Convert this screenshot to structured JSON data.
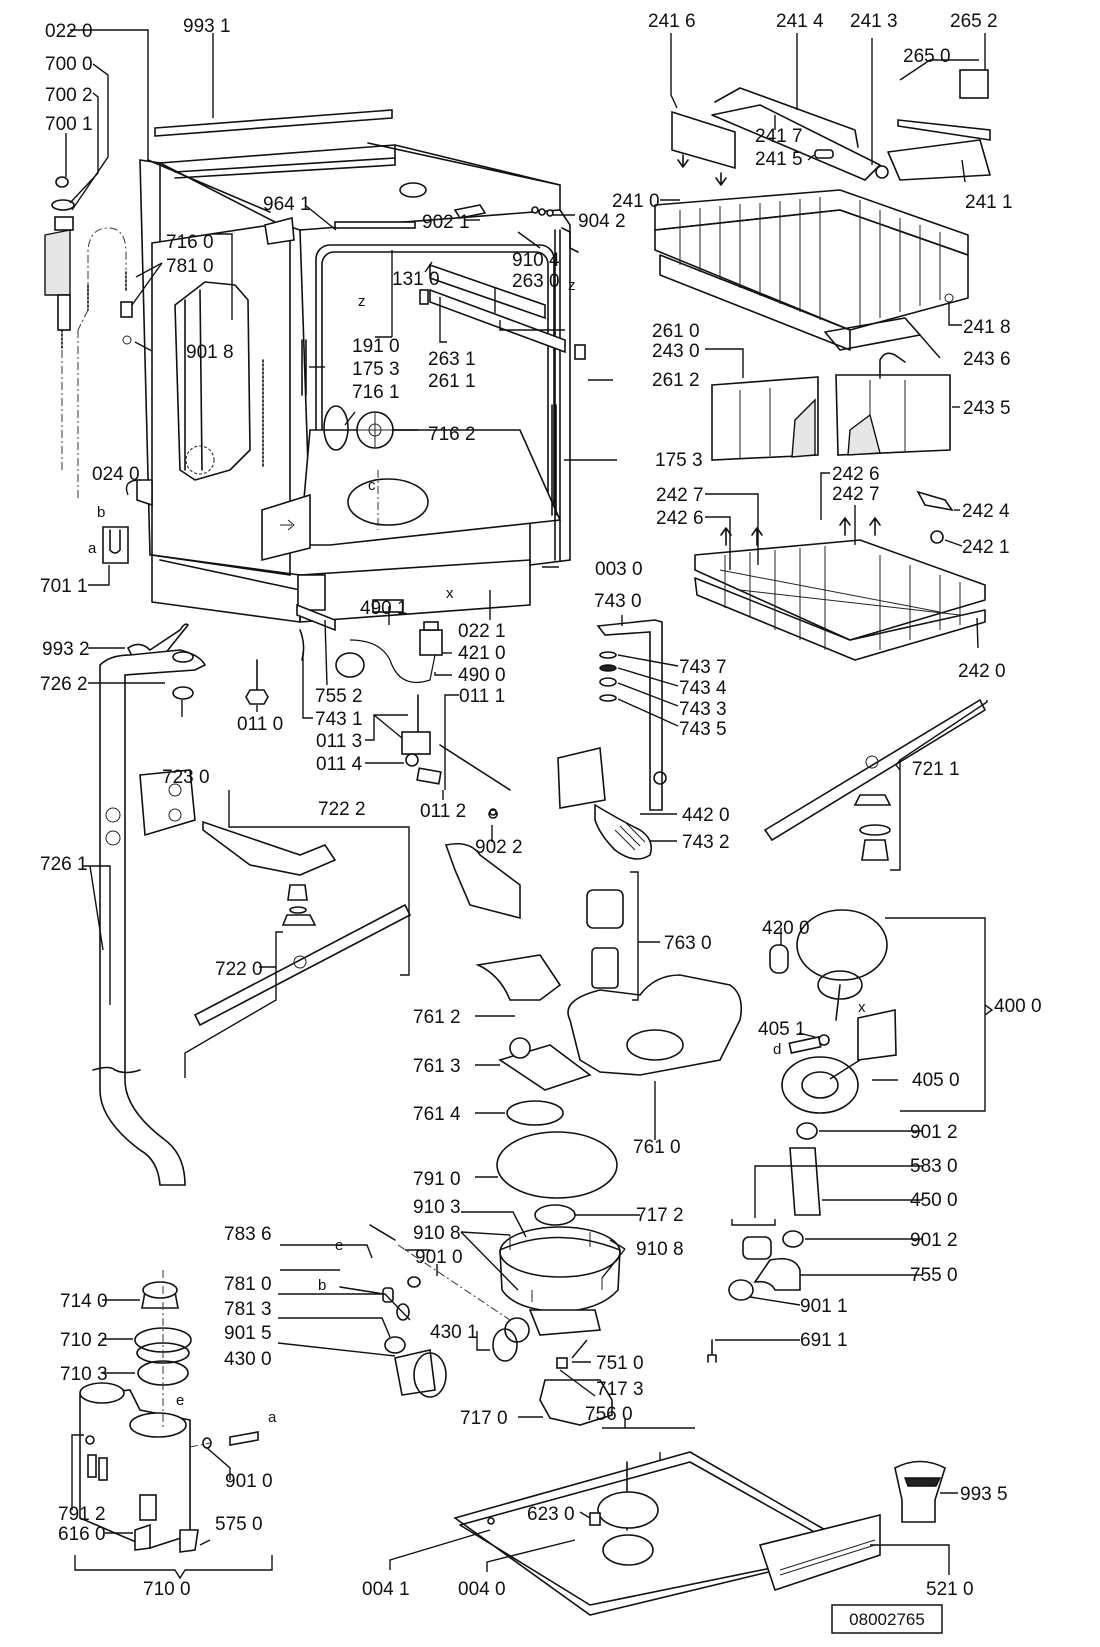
{
  "diagram": {
    "title": "Dishwasher exploded parts diagram",
    "reference_number": "08002765",
    "labels": [
      {
        "id": "022 0",
        "text": "022 0"
      },
      {
        "id": "993 1",
        "text": "993 1"
      },
      {
        "id": "700 0",
        "text": "700 0"
      },
      {
        "id": "700 2",
        "text": "700 2"
      },
      {
        "id": "700 1",
        "text": "700 1"
      },
      {
        "id": "964 1",
        "text": "964 1"
      },
      {
        "id": "902 1",
        "text": "902 1"
      },
      {
        "id": "904 2",
        "text": "904 2"
      },
      {
        "id": "716 0",
        "text": "716 0"
      },
      {
        "id": "781 0a",
        "text": "781 0"
      },
      {
        "id": "910 4",
        "text": "910 4"
      },
      {
        "id": "131 0",
        "text": "131 0"
      },
      {
        "id": "263 0",
        "text": "263 0"
      },
      {
        "id": "901 8",
        "text": "901 8"
      },
      {
        "id": "191 0",
        "text": "191 0"
      },
      {
        "id": "175 3a",
        "text": "175 3"
      },
      {
        "id": "263 1",
        "text": "263 1"
      },
      {
        "id": "261 1",
        "text": "261 1"
      },
      {
        "id": "261 0",
        "text": "261 0"
      },
      {
        "id": "261 2",
        "text": "261 2"
      },
      {
        "id": "716 1",
        "text": "716 1"
      },
      {
        "id": "716 2",
        "text": "716 2"
      },
      {
        "id": "175 3b",
        "text": "175 3"
      },
      {
        "id": "024 0",
        "text": "024 0"
      },
      {
        "id": "701 1",
        "text": "701 1"
      },
      {
        "id": "003 0",
        "text": "003 0"
      },
      {
        "id": "490 1",
        "text": "490 1"
      },
      {
        "id": "022 1",
        "text": "022 1"
      },
      {
        "id": "421 0",
        "text": "421 0"
      },
      {
        "id": "490 0",
        "text": "490 0"
      },
      {
        "id": "993 2",
        "text": "993 2"
      },
      {
        "id": "755 2",
        "text": "755 2"
      },
      {
        "id": "726 2",
        "text": "726 2"
      },
      {
        "id": "011 0",
        "text": "011 0"
      },
      {
        "id": "743 1",
        "text": "743 1"
      },
      {
        "id": "011 1",
        "text": "011 1"
      },
      {
        "id": "011 3",
        "text": "011 3"
      },
      {
        "id": "011 4",
        "text": "011 4"
      },
      {
        "id": "723 0",
        "text": "723 0"
      },
      {
        "id": "011 2",
        "text": "011 2"
      },
      {
        "id": "902 2",
        "text": "902 2"
      },
      {
        "id": "722 2",
        "text": "722 2"
      },
      {
        "id": "726 1",
        "text": "726 1"
      },
      {
        "id": "722 0",
        "text": "722 0"
      },
      {
        "id": "241 6",
        "text": "241 6"
      },
      {
        "id": "241 4",
        "text": "241 4"
      },
      {
        "id": "241 3",
        "text": "241 3"
      },
      {
        "id": "265 2",
        "text": "265 2"
      },
      {
        "id": "265 0",
        "text": "265 0"
      },
      {
        "id": "241 7",
        "text": "241 7"
      },
      {
        "id": "241 5",
        "text": "241 5"
      },
      {
        "id": "241 0",
        "text": "241 0"
      },
      {
        "id": "241 1",
        "text": "241 1"
      },
      {
        "id": "241 8",
        "text": "241 8"
      },
      {
        "id": "243 6",
        "text": "243 6"
      },
      {
        "id": "243 0",
        "text": "243 0"
      },
      {
        "id": "243 5",
        "text": "243 5"
      },
      {
        "id": "242 6a",
        "text": "242 6"
      },
      {
        "id": "242 7a",
        "text": "242 7"
      },
      {
        "id": "242 7b",
        "text": "242 7"
      },
      {
        "id": "242 6b",
        "text": "242 6"
      },
      {
        "id": "242 4",
        "text": "242 4"
      },
      {
        "id": "242 1",
        "text": "242 1"
      },
      {
        "id": "242 0",
        "text": "242 0"
      },
      {
        "id": "743 0",
        "text": "743 0"
      },
      {
        "id": "743 7",
        "text": "743 7"
      },
      {
        "id": "743 4",
        "text": "743 4"
      },
      {
        "id": "743 3",
        "text": "743 3"
      },
      {
        "id": "743 5",
        "text": "743 5"
      },
      {
        "id": "721 1",
        "text": "721 1"
      },
      {
        "id": "442 0",
        "text": "442 0"
      },
      {
        "id": "743 2",
        "text": "743 2"
      },
      {
        "id": "763 0",
        "text": "763 0"
      },
      {
        "id": "420 0",
        "text": "420 0"
      },
      {
        "id": "400 0",
        "text": "400 0"
      },
      {
        "id": "405 1",
        "text": "405 1"
      },
      {
        "id": "405 0",
        "text": "405 0"
      },
      {
        "id": "761 2",
        "text": "761 2"
      },
      {
        "id": "761 3",
        "text": "761 3"
      },
      {
        "id": "761 4",
        "text": "761 4"
      },
      {
        "id": "761 0",
        "text": "761 0"
      },
      {
        "id": "901 2a",
        "text": "901 2"
      },
      {
        "id": "583 0",
        "text": "583 0"
      },
      {
        "id": "450 0",
        "text": "450 0"
      },
      {
        "id": "901 2b",
        "text": "901 2"
      },
      {
        "id": "755 0",
        "text": "755 0"
      },
      {
        "id": "901 1",
        "text": "901 1"
      },
      {
        "id": "691 1",
        "text": "691 1"
      },
      {
        "id": "791 0",
        "text": "791 0"
      },
      {
        "id": "910 3",
        "text": "910 3"
      },
      {
        "id": "717 2",
        "text": "717 2"
      },
      {
        "id": "910 8a",
        "text": "910 8"
      },
      {
        "id": "910 8b",
        "text": "910 8"
      },
      {
        "id": "901 0a",
        "text": "901 0"
      },
      {
        "id": "783 6",
        "text": "783 6"
      },
      {
        "id": "781 0b",
        "text": "781 0"
      },
      {
        "id": "781 3",
        "text": "781 3"
      },
      {
        "id": "901 5",
        "text": "901 5"
      },
      {
        "id": "430 0",
        "text": "430 0"
      },
      {
        "id": "430 1",
        "text": "430 1"
      },
      {
        "id": "751 0",
        "text": "751 0"
      },
      {
        "id": "717 3",
        "text": "717 3"
      },
      {
        "id": "756 0",
        "text": "756 0"
      },
      {
        "id": "717 0",
        "text": "717 0"
      },
      {
        "id": "714 0",
        "text": "714 0"
      },
      {
        "id": "710 2",
        "text": "710 2"
      },
      {
        "id": "710 3",
        "text": "710 3"
      },
      {
        "id": "901 0b",
        "text": "901 0"
      },
      {
        "id": "791 2",
        "text": "791 2"
      },
      {
        "id": "616 0",
        "text": "616 0"
      },
      {
        "id": "575 0",
        "text": "575 0"
      },
      {
        "id": "710 0",
        "text": "710 0"
      },
      {
        "id": "623 0",
        "text": "623 0"
      },
      {
        "id": "993 5",
        "text": "993 5"
      },
      {
        "id": "004 1",
        "text": "004 1"
      },
      {
        "id": "004 0",
        "text": "004 0"
      },
      {
        "id": "521 0",
        "text": "521 0"
      }
    ],
    "connection_letters": [
      "a",
      "b",
      "c",
      "d",
      "e",
      "x",
      "z"
    ]
  }
}
